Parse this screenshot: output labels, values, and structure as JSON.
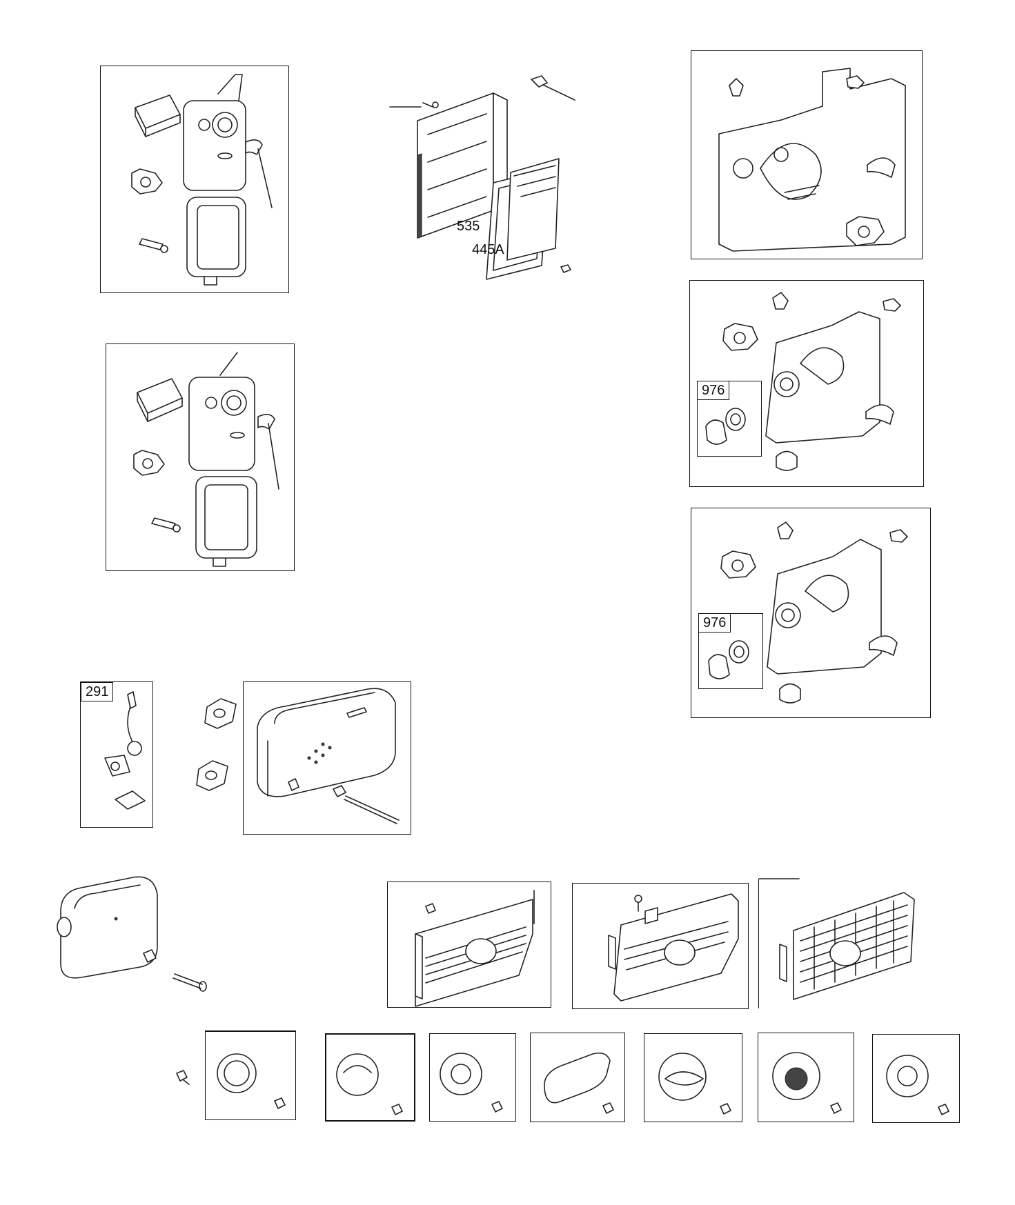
{
  "callouts": {
    "part_535": "535",
    "part_445a": "445A",
    "part_976_a": "976",
    "part_976_b": "976",
    "part_291": "291"
  }
}
